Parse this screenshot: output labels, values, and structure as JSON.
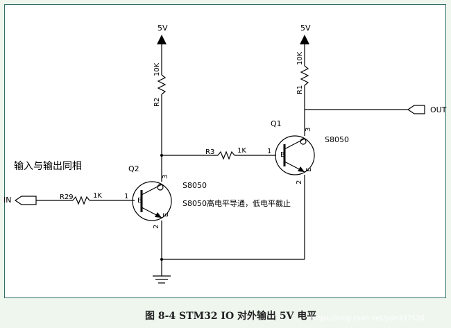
{
  "labels": {
    "vcc_left": "5V",
    "vcc_right": "5V",
    "r2_value": "10K",
    "r2_name": "R2",
    "r1_value": "10K",
    "r1_name": "R1",
    "out_port": "OUT",
    "in_port": "IN",
    "q1_name": "Q1",
    "q1_model": "S8050",
    "q2_name": "Q2",
    "q2_model": "S8050",
    "r3_name": "R3",
    "r3_value": "1K",
    "r29_name": "R29",
    "r29_value": "1K",
    "pin_q1_base": "1",
    "pin_q1_collector": "3",
    "pin_q1_emitter": "2",
    "pin_q2_base": "1",
    "pin_q2_collector": "3",
    "pin_q2_emitter": "2",
    "q1_b": "B",
    "q1_e": "E",
    "q2_b": "B",
    "q2_e": "E",
    "note_in_out": "输入与输出同相",
    "note_s8050": "S8050高电平导通，低电平截止"
  },
  "caption": "图 8-4 STM32 IO 对外输出 5V 电平",
  "watermark": "https://blog.csdn.net/pan337520"
}
